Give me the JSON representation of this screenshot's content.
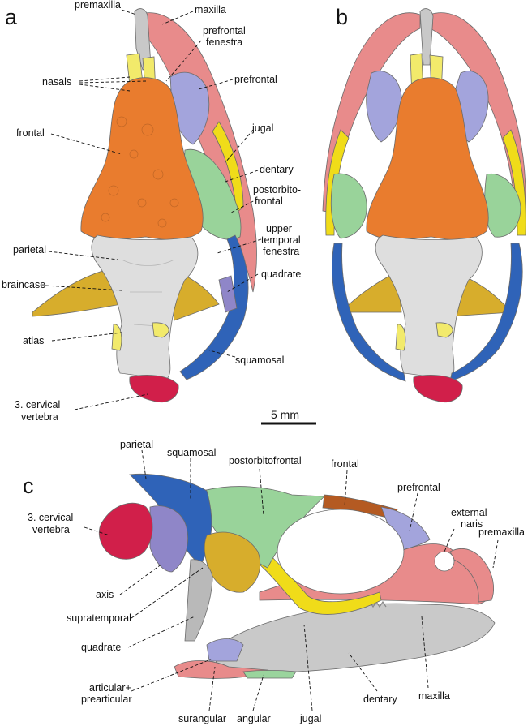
{
  "panels": {
    "a": "a",
    "b": "b",
    "c": "c"
  },
  "colors": {
    "maxilla": "#e88b8b",
    "premaxilla": "#c8c8c8",
    "nasals": "#f2ea6b",
    "prefrontal": "#a3a4dc",
    "frontal": "#e97c2e",
    "jugal": "#f0dc19",
    "postorbitofrontal": "#99d39a",
    "parietal": "#dcdcdc",
    "braincase": "#d7ad2c",
    "squamosal": "#2f63b8",
    "quadrate": "#b9b9b9",
    "vertebra": "#d11f4a",
    "axis": "#8f86c8",
    "dentary": "#c9c9c9",
    "surangular": "#e88b8b",
    "angular": "#9ad49d",
    "articular": "#a3a4dc"
  },
  "labels_a": {
    "premaxilla": "premaxilla",
    "maxilla": "maxilla",
    "prefrontal_fenestra_1": "prefrontal",
    "prefrontal_fenestra_2": "fenestra",
    "nasals": "nasals",
    "prefrontal": "prefrontal",
    "frontal": "frontal",
    "jugal": "jugal",
    "dentary": "dentary",
    "postorbitofrontal_1": "postorbito-",
    "postorbitofrontal_2": "frontal",
    "upper_temporal_1": "upper",
    "upper_temporal_2": "temporal",
    "upper_temporal_3": "fenestra",
    "parietal": "parietal",
    "quadrate": "quadrate",
    "braincase": "braincase",
    "atlas": "atlas",
    "squamosal": "squamosal",
    "cervical_1": "3. cervical",
    "cervical_2": "vertebra"
  },
  "scale_bar": "5 mm",
  "labels_c": {
    "parietal": "parietal",
    "squamosal": "squamosal",
    "postorbitofrontal": "postorbitofrontal",
    "frontal": "frontal",
    "prefrontal": "prefrontal",
    "external_naris_1": "external",
    "external_naris_2": "naris",
    "premaxilla": "premaxilla",
    "cervical_1": "3. cervical",
    "cervical_2": "vertebra",
    "axis": "axis",
    "supratemporal": "supratemporal",
    "quadrate": "quadrate",
    "articular_1": "articular+",
    "articular_2": "prearticular",
    "surangular": "surangular",
    "angular": "angular",
    "jugal": "jugal",
    "dentary": "dentary",
    "maxilla": "maxilla"
  }
}
